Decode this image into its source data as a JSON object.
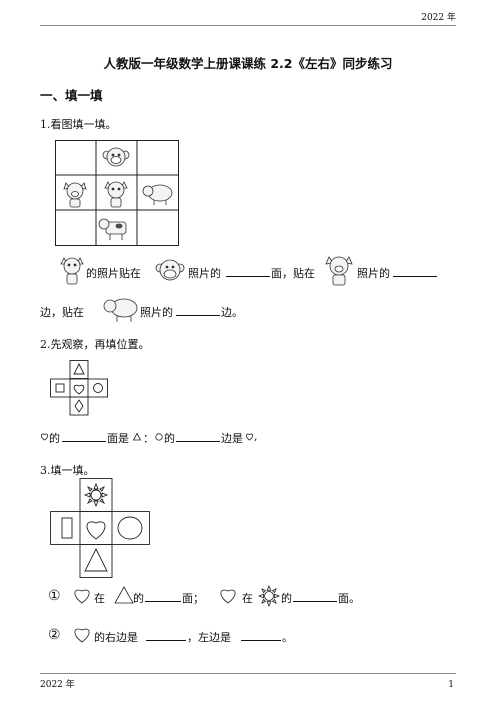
{
  "header": {
    "year": "2022 年"
  },
  "title": "人教版一年级数学上册课课练 2.2《左右》同步练习",
  "section1": {
    "heading": "一、填一填"
  },
  "q1": {
    "prompt": "1.看图填一填。",
    "line1": {
      "t1": "的照片贴在",
      "t2": "照片的",
      "t3": "面，贴在",
      "t4": "照片的"
    },
    "line2": {
      "t1": "边，贴在",
      "t2": "照片的",
      "t3": "边。"
    }
  },
  "q2": {
    "prompt": "2.先观察，再填位置。",
    "line": {
      "t1": "的",
      "t2": "面是",
      "t3": "的",
      "t4": "边是",
      "t5": ","
    }
  },
  "q3": {
    "prompt": "3.填一填。",
    "item1": {
      "num": "①",
      "t1": "在",
      "t2": "的",
      "t3": "面；",
      "t4": "在",
      "t5": "的",
      "t6": "面。"
    },
    "item2": {
      "num": "②",
      "t1": "的右边是",
      "t2": "，左边是",
      "t3": "。"
    }
  },
  "footer": {
    "year": "2022 年",
    "page": "1"
  }
}
